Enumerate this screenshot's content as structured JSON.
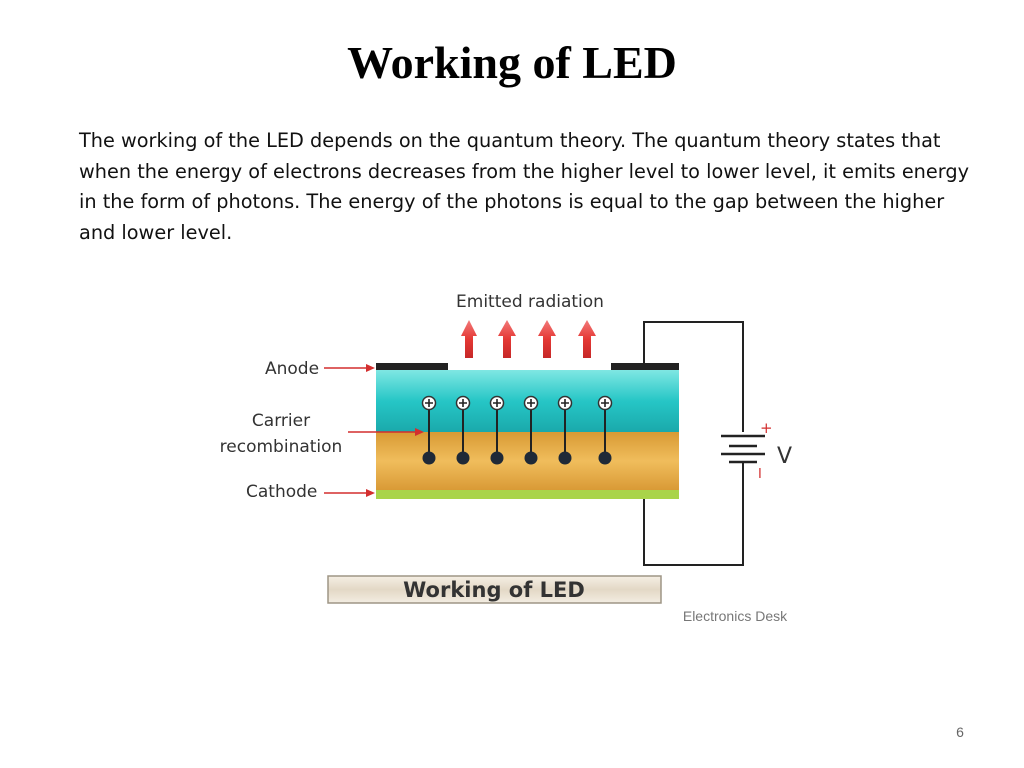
{
  "slide": {
    "title": "Working of LED",
    "paragraph": "The working of the LED depends on the quantum theory. The quantum theory states that when the energy of electrons decreases from the higher level to lower level, it emits energy in the form of photons. The energy of the photons is equal to the gap between the higher and lower level.",
    "page_number": "6"
  },
  "diagram": {
    "emitted_label": "Emitted radiation",
    "anode_label": "Anode",
    "carrier_label_line1": "Carrier",
    "carrier_label_line2": "recombination",
    "cathode_label": "Cathode",
    "plus_sign": "+",
    "minus_sign": "I",
    "voltage_label": "V",
    "caption": "Working of LED",
    "credit": "Electronics Desk",
    "colors": {
      "top_layer": "#26c6c6",
      "bottom_layer": "#e9b14b",
      "cathode_strip": "#a9d44a",
      "arrow_red": "#e53935",
      "pointer_red": "#d32f2f",
      "electrode": "#222222"
    }
  }
}
